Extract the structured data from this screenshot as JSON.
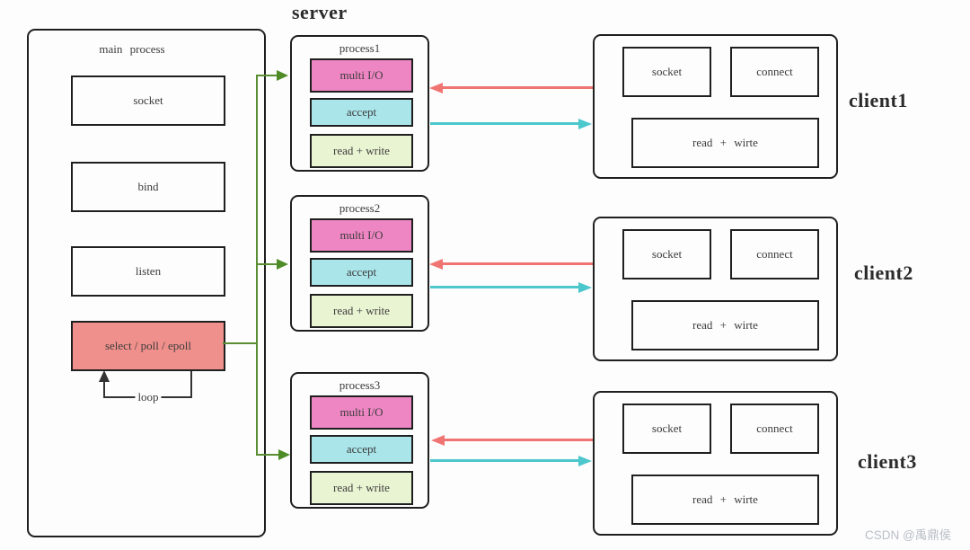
{
  "diagram": {
    "server_title": "server",
    "watermark": "CSDN @禹鼎侯",
    "main_process": {
      "title": "main process",
      "socket": "socket",
      "bind": "bind",
      "listen": "listen",
      "multiplex": "select / poll / epoll",
      "loop": "loop"
    },
    "processes": [
      {
        "title": "process1",
        "multi_io": "multi I/O",
        "accept": "accept",
        "read_write": "read + write"
      },
      {
        "title": "process2",
        "multi_io": "multi I/O",
        "accept": "accept",
        "read_write": "read + write"
      },
      {
        "title": "process3",
        "multi_io": "multi I/O",
        "accept": "accept",
        "read_write": "read + write"
      }
    ],
    "clients": [
      {
        "title": "client1",
        "socket": "socket",
        "connect": "connect",
        "read_write": "read + wirte"
      },
      {
        "title": "client2",
        "socket": "socket",
        "connect": "connect",
        "read_write": "read + wirte"
      },
      {
        "title": "client3",
        "socket": "socket",
        "connect": "connect",
        "read_write": "read + wirte"
      }
    ],
    "colors": {
      "multi_io_fill": "#ee86c3",
      "accept_fill": "#aae5ea",
      "read_write_fill": "#e9f4d2",
      "multiplex_fill": "#f0908c",
      "arrow_red": "#ef7472",
      "arrow_cyan": "#4cc7cc",
      "arrow_green": "#5a8e33",
      "border": "#1f1f1f"
    }
  }
}
